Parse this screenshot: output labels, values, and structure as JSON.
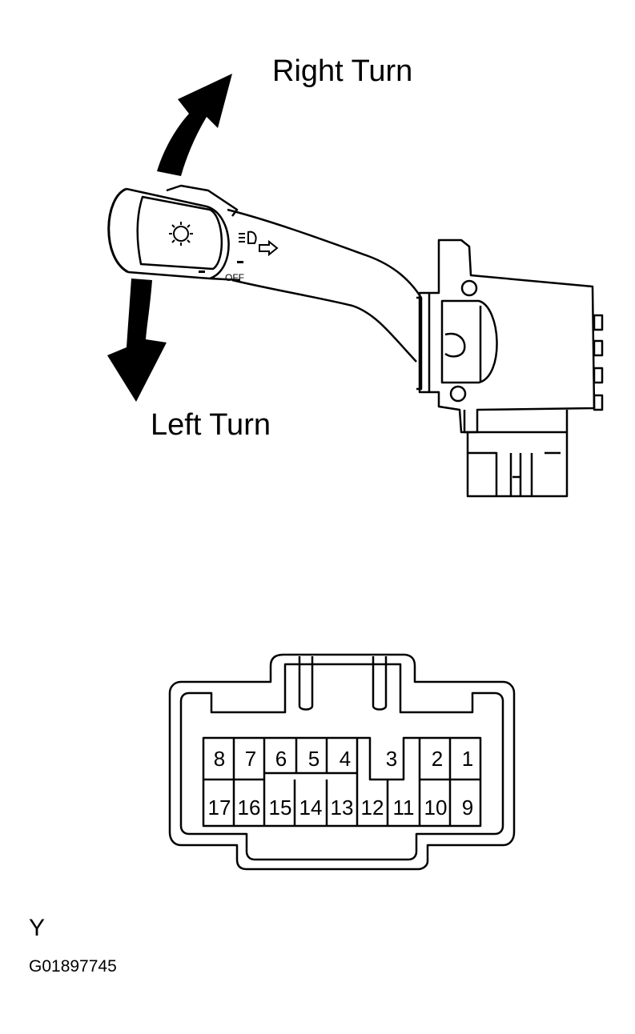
{
  "labels": {
    "right_turn": "Right Turn",
    "left_turn": "Left Turn",
    "code_letter": "Y",
    "figure_id": "G01897745"
  },
  "switch_markings": {
    "off": "OFF"
  },
  "connector": {
    "top_row": [
      "8",
      "7",
      "6",
      "5",
      "4",
      "3",
      "2",
      "1"
    ],
    "bottom_row": [
      "17",
      "16",
      "15",
      "14",
      "13",
      "12",
      "11",
      "10",
      "9"
    ]
  }
}
